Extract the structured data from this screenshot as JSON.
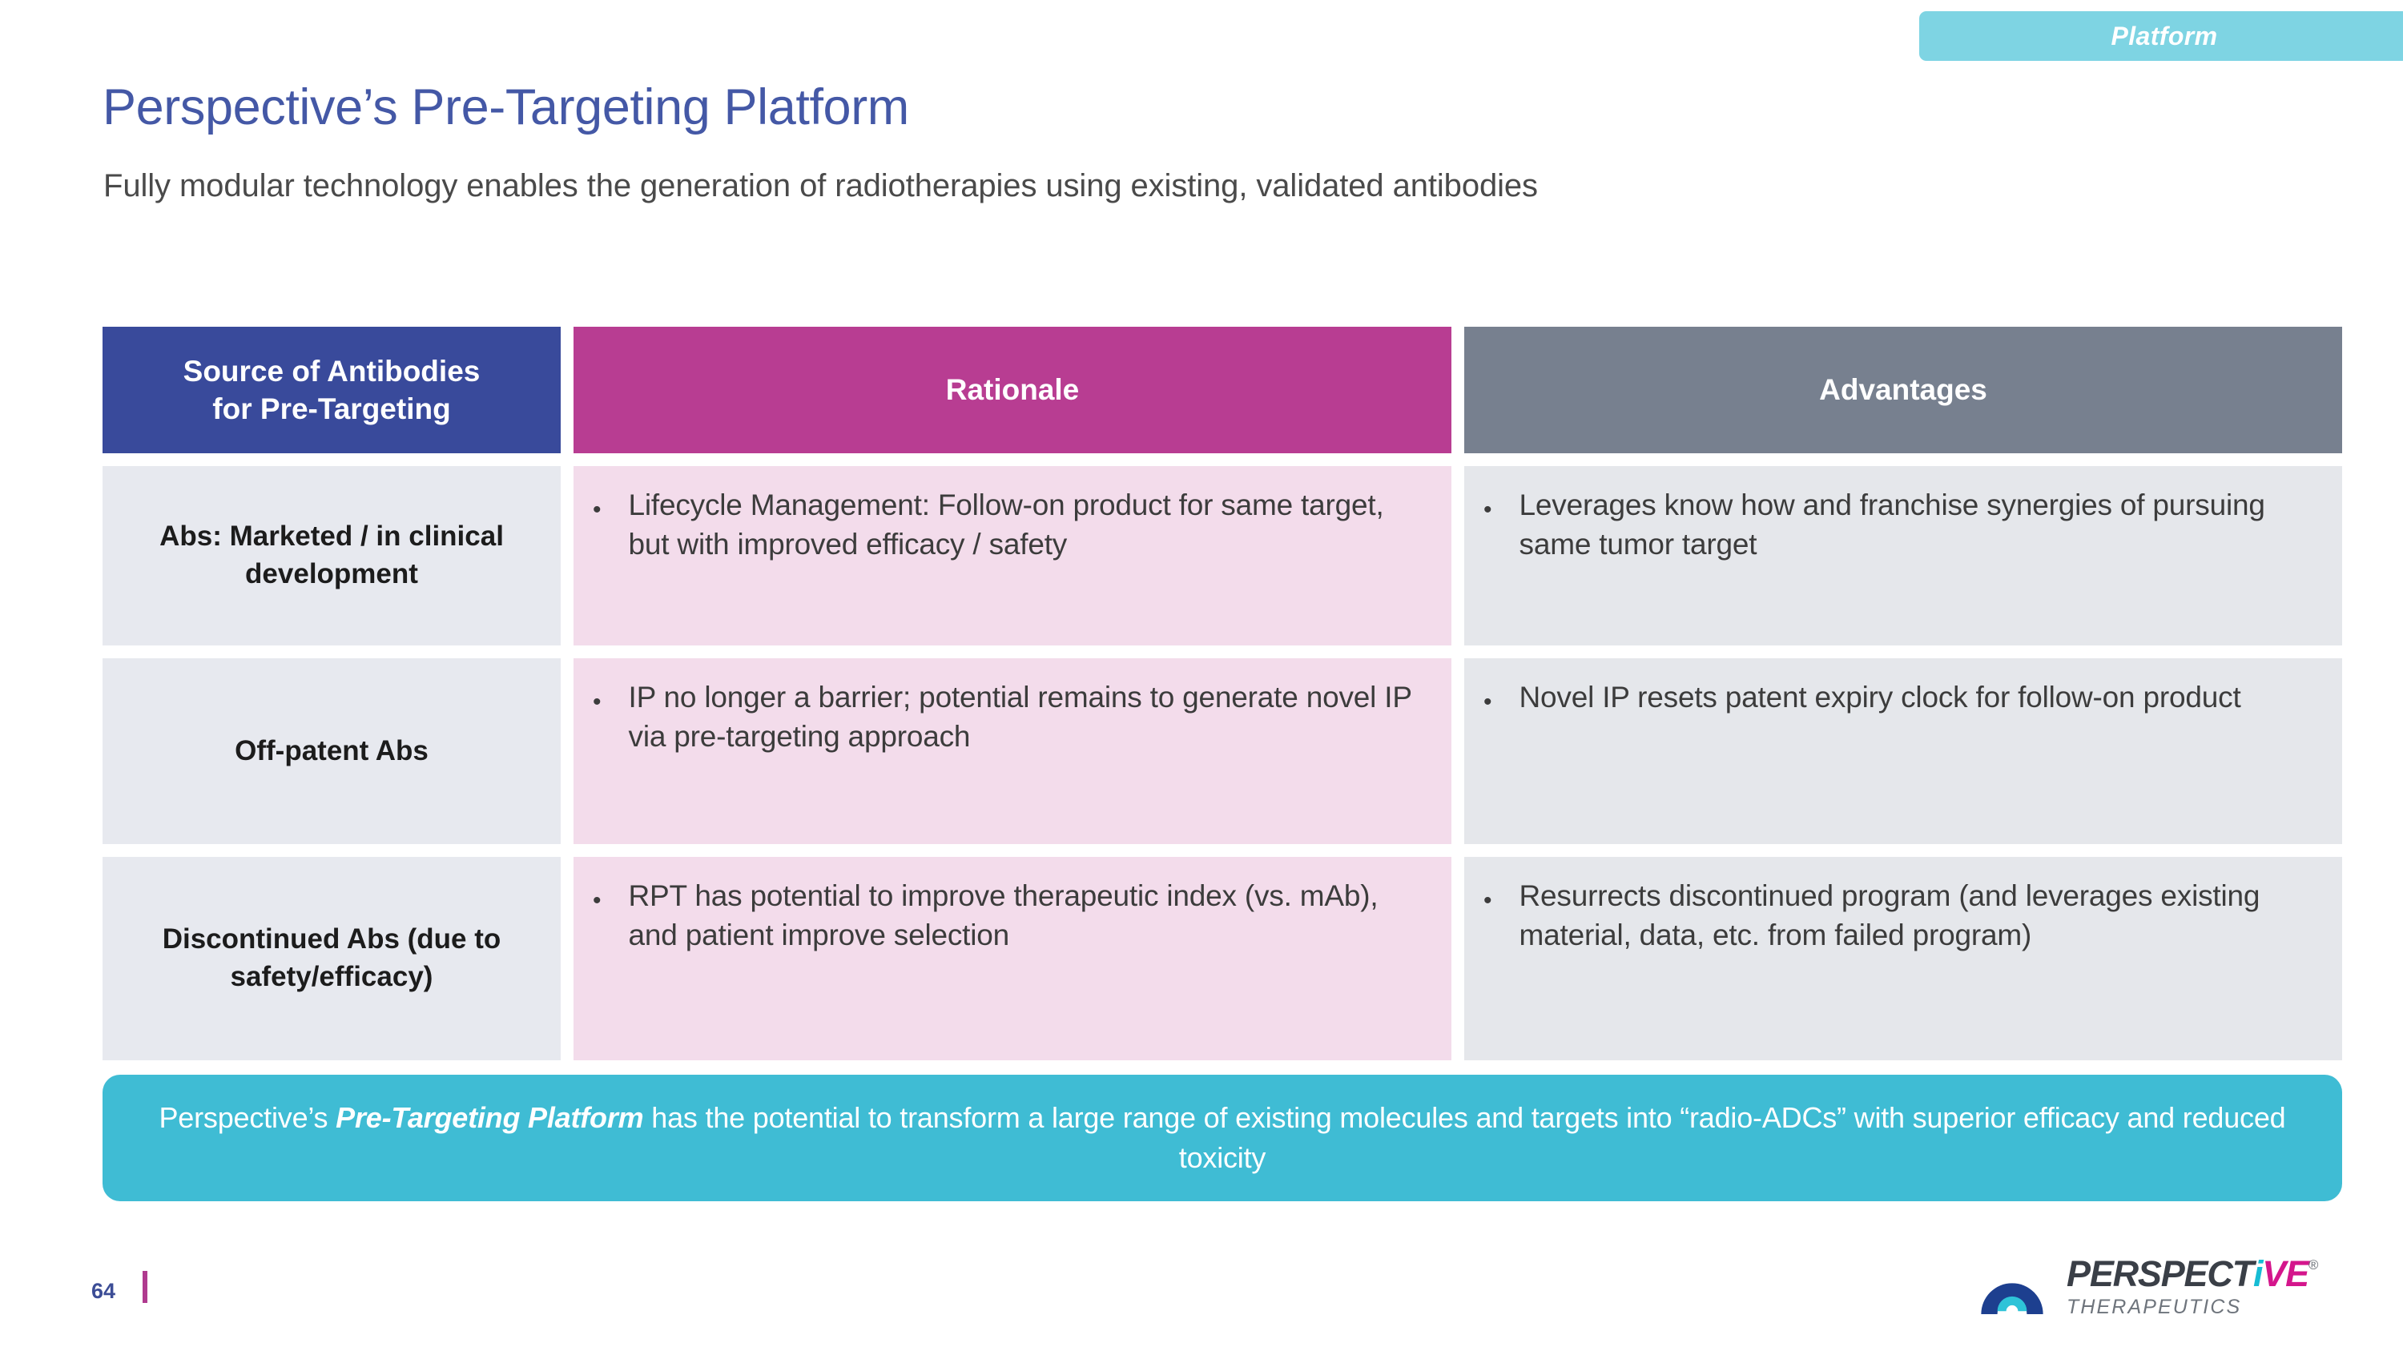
{
  "badge": {
    "label": "Platform"
  },
  "header": {
    "title": "Perspective’s Pre-Targeting Platform",
    "subtitle": "Fully modular technology enables the generation of radiotherapies using existing, validated antibodies"
  },
  "table": {
    "columns": [
      {
        "id": "source",
        "label": "Source of Antibodies\nfor Pre-Targeting",
        "label_line1": "Source of Antibodies",
        "label_line2": "for Pre-Targeting",
        "color": "#394a9b"
      },
      {
        "id": "rationale",
        "label": "Rationale",
        "color": "#b83d92"
      },
      {
        "id": "advantages",
        "label": "Advantages",
        "color": "#77808f"
      }
    ],
    "rows": [
      {
        "source": "Abs: Marketed / in clinical development",
        "rationale": "Lifecycle Management: Follow-on product for same target, but with improved efficacy / safety",
        "advantages": "Leverages know how and franchise synergies of pursuing same tumor target"
      },
      {
        "source": "Off-patent Abs",
        "rationale": "IP no longer a barrier; potential remains to generate novel IP via pre-targeting approach",
        "advantages": "Novel IP resets patent expiry clock for follow-on product"
      },
      {
        "source": "Discontinued Abs (due to safety/efficacy)",
        "rationale": "RPT has potential to improve therapeutic index (vs. mAb), and patient improve selection",
        "advantages": "Resurrects discontinued program (and leverages existing material, data, etc. from failed program)"
      }
    ],
    "bullet_glyph": "•"
  },
  "banner": {
    "text_before": "Perspective’s ",
    "text_emphasis": "Pre-Targeting Platform",
    "text_after": " has the potential to transform a large range of existing molecules and targets into “radio-ADCs” with superior efficacy and reduced toxicity"
  },
  "footer": {
    "page_number": "64",
    "logo": {
      "name_part1": "PERSPECT",
      "name_part2": "i",
      "name_part3": "VE",
      "registered": "®",
      "tagline": "THERAPEUTICS"
    }
  },
  "colors": {
    "title_blue": "#4458a6",
    "header_source": "#394a9b",
    "header_rationale": "#b83d92",
    "header_advantages": "#77808f",
    "cell_label_bg": "#e7e9ef",
    "cell_rationale_bg": "#f3dceb",
    "cell_advantage_bg": "#e5e7eb",
    "badge_teal": "#7ed4e3",
    "banner_teal": "#3fbcd4",
    "accent_magenta": "#b03a8f"
  }
}
